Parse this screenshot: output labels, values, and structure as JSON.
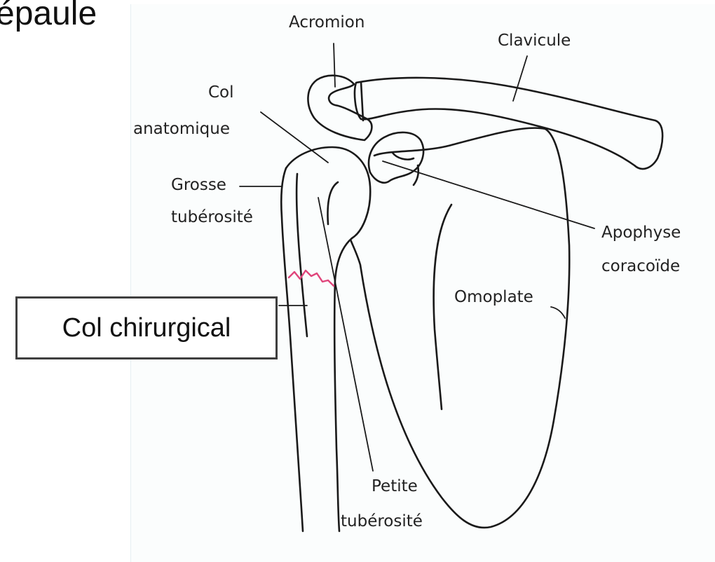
{
  "slide": {
    "title": "épaule"
  },
  "diagram": {
    "labels": {
      "acromion": "Acromion",
      "clavicule": "Clavicule",
      "col_anatomique_1": "Col",
      "col_anatomique_2": "anatomique",
      "grosse_tuberosite_1": "Grosse",
      "grosse_tuberosite_2": "tubérosité",
      "apophyse_coracoide_1": "Apophyse",
      "apophyse_coracoide_2": "coracoïde",
      "omoplate": "Omoplate",
      "petite_tuberosite_1": "Petite",
      "petite_tuberosite_2": "tubérosité"
    },
    "callout": "Col chirurgical",
    "colors": {
      "fracture_line": "#e0457b",
      "outline": "#1a1a1a"
    }
  }
}
